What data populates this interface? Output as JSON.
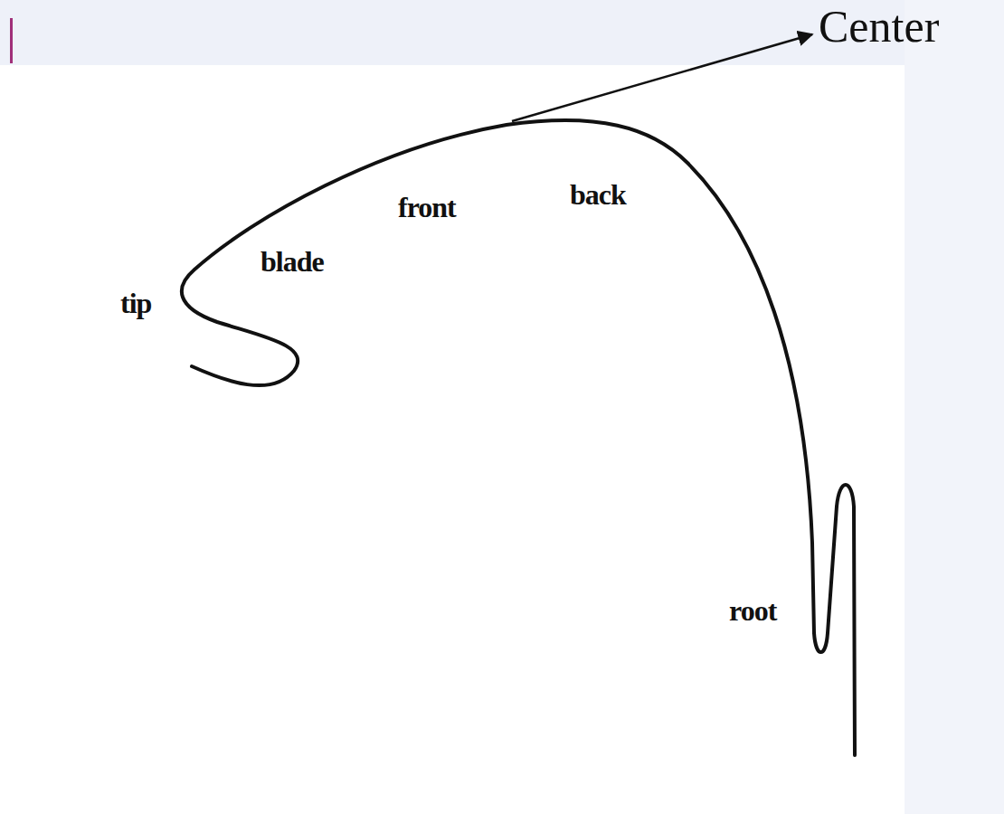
{
  "diagram": {
    "labels": [
      "Center",
      "front",
      "back",
      "blade",
      "tip",
      "root"
    ]
  }
}
